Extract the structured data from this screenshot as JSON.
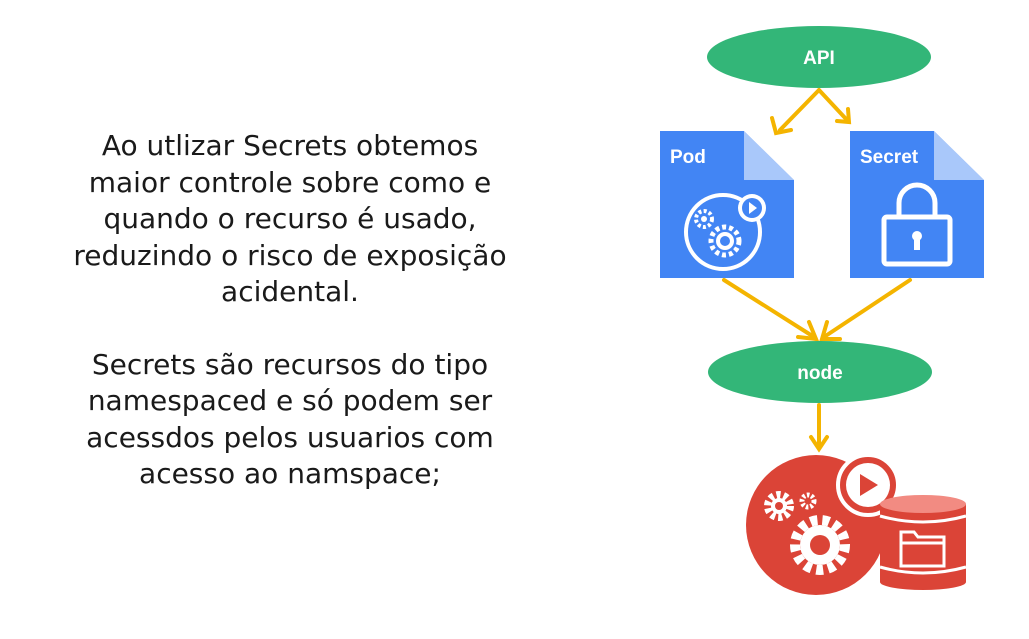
{
  "text": {
    "paragraph1": "Ao utlizar Secrets  obtemos\nmaior controle sobre como e\nquando o recurso é usado,\nreduzindo o risco de exposição\nacidental.",
    "paragraph2": "Secrets são recursos do tipo\nnamespaced e só podem ser\nacessdos pelos usuarios com\nacesso ao namspace;"
  },
  "diagram": {
    "api_label": "API",
    "pod_label": "Pod",
    "secret_label": "Secret",
    "node_label": "node"
  },
  "colors": {
    "green": "#33b678",
    "blue": "#4285f4",
    "blue_fold": "#aecbfa",
    "arrow": "#f4b400",
    "red": "#db4437",
    "red_light": "#f28b82"
  }
}
